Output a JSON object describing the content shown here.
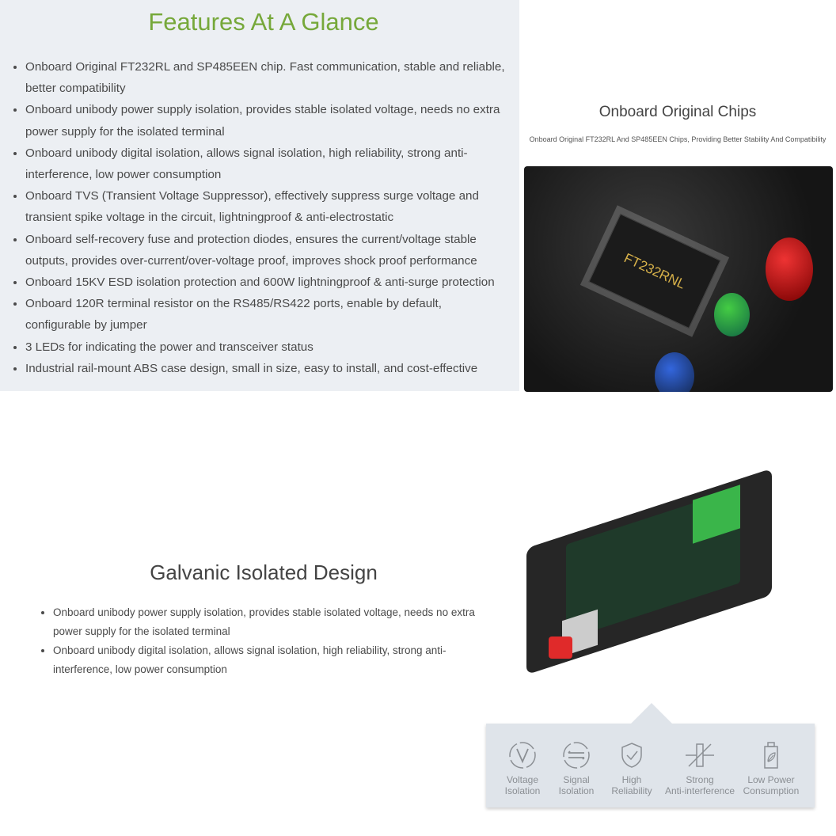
{
  "features": {
    "title": "Features At A Glance",
    "items": [
      "Onboard Original FT232RL and SP485EEN chip. Fast communication, stable and reliable, better compatibility",
      "Onboard unibody power supply isolation, provides stable isolated voltage, needs no extra power supply for the isolated terminal",
      "Onboard unibody digital isolation, allows signal isolation, high reliability, strong anti-interference, low power consumption",
      "Onboard TVS (Transient Voltage Suppressor), effectively suppress surge voltage and transient spike voltage in the circuit, lightningproof & anti-electrostatic",
      "Onboard self-recovery fuse and protection diodes, ensures the current/voltage stable outputs, provides over-current/over-voltage proof, improves shock proof performance",
      "Onboard 15KV ESD isolation protection and 600W lightningproof & anti-surge protection",
      "Onboard 120R terminal resistor on the RS485/RS422 ports, enable by default, configurable by jumper",
      "3 LEDs for indicating the power and transceiver status",
      "Industrial rail-mount ABS case design, small in size, easy to install, and cost-effective"
    ]
  },
  "chips": {
    "title": "Onboard Original Chips",
    "subtitle": "Onboard Original FT232RL And SP485EEN Chips, Providing Better Stability And Compatibility",
    "chip_marking": "FT232RNL"
  },
  "galvanic": {
    "title": "Galvanic Isolated Design",
    "items": [
      "Onboard unibody power supply isolation, provides stable isolated voltage, needs no extra power supply for the isolated terminal",
      "Onboard unibody digital isolation, allows signal isolation, high reliability, strong anti-interference, low power consumption"
    ]
  },
  "icons": [
    {
      "icon": "voltage-icon",
      "l1": "Voltage",
      "l2": "Isolation"
    },
    {
      "icon": "signal-icon",
      "l1": "Signal",
      "l2": "Isolation"
    },
    {
      "icon": "shield-check-icon",
      "l1": "High",
      "l2": "Reliability"
    },
    {
      "icon": "varistor-icon",
      "l1": "Strong",
      "l2": "Anti-interference"
    },
    {
      "icon": "battery-leaf-icon",
      "l1": "Low Power",
      "l2": "Consumption"
    }
  ],
  "colors": {
    "accent": "#76a83a",
    "panel": "#eceff3"
  }
}
